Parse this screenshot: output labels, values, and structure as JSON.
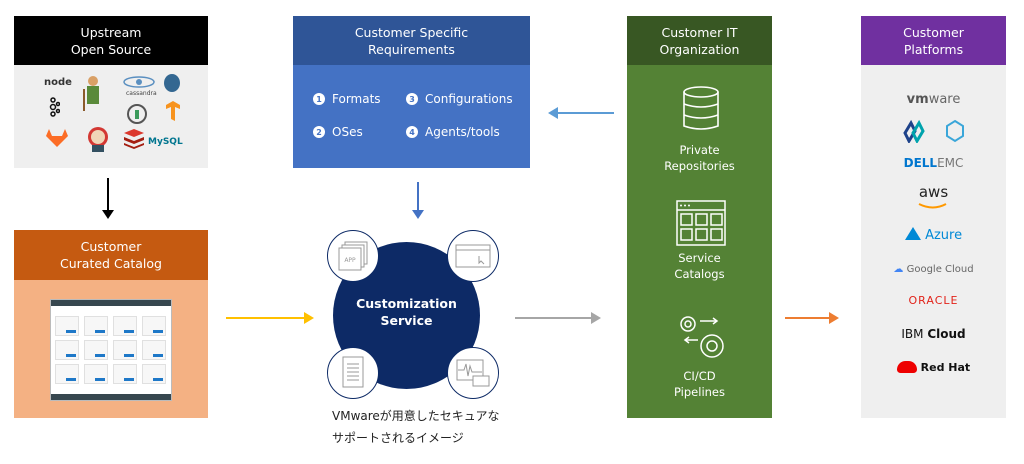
{
  "upstream": {
    "title_line1": "Upstream",
    "title_line2": "Open Source",
    "logos": [
      "node",
      "tomcat",
      "cassandra",
      "postgresql",
      "kafka",
      "influx",
      "tensorflow",
      "gitlab",
      "jenkins",
      "redis",
      "MySQL"
    ]
  },
  "curated": {
    "title_line1": "Customer",
    "title_line2": "Curated Catalog"
  },
  "requirements": {
    "title_line1": "Customer Specific",
    "title_line2": "Requirements",
    "items": [
      {
        "num": "1",
        "label": "Formats"
      },
      {
        "num": "2",
        "label": "OSes"
      },
      {
        "num": "3",
        "label": "Configurations"
      },
      {
        "num": "4",
        "label": "Agents/tools"
      }
    ]
  },
  "customization": {
    "title_line1": "Customization",
    "title_line2": "Service",
    "app_label": "APP",
    "caption_line1": "VMwareが用意したセキュアな",
    "caption_line2": "サポートされるイメージ"
  },
  "it_org": {
    "title_line1": "Customer IT",
    "title_line2": "Organization",
    "items": [
      {
        "line1": "Private",
        "line2": "Repositories"
      },
      {
        "line1": "Service",
        "line2": "Catalogs"
      },
      {
        "line1": "CI/CD",
        "line2": "Pipelines"
      }
    ]
  },
  "platforms": {
    "title_line1": "Customer",
    "title_line2": "Platforms",
    "logos": {
      "vmware_a": "vm",
      "vmware_b": "ware",
      "dell_a": "DELL",
      "dell_b": "EMC",
      "aws": "aws",
      "azure": "Azure",
      "google": "Google Cloud",
      "oracle": "ORACLE",
      "ibm_a": "IBM ",
      "ibm_b": "Cloud",
      "redhat": "Red Hat"
    }
  },
  "colors": {
    "upstream": "#000000",
    "curated": "#c55a11",
    "requirements": "#2f5597",
    "customization": "#0d2a66",
    "it_org": "#385723",
    "platforms": "#7030a0",
    "arrow_yellow": "#ffc000",
    "arrow_blue": "#5b9bd5",
    "arrow_gray": "#a6a6a6",
    "arrow_orange": "#ed7d31"
  }
}
